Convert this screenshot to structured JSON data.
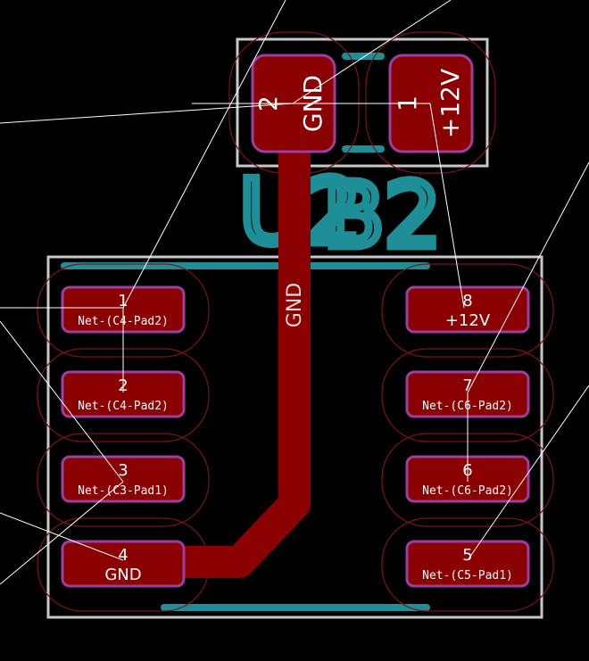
{
  "board": {
    "colors": {
      "background": "#000000",
      "pad_fill": "#8b0000",
      "pad_outline": "#9b3fa0",
      "courtyard": "#7a1515",
      "silkscreen": "#1e8f96",
      "outline": "#c8c8c8",
      "track": "#8b0000",
      "ratsnest": "#ffffff"
    },
    "reference_labels": [
      "U2",
      "B2"
    ],
    "connector": {
      "pads": [
        {
          "num": "2",
          "net": "GND"
        },
        {
          "num": "1",
          "net": "+12V"
        }
      ]
    },
    "ic": {
      "left_pads": [
        {
          "num": "1",
          "net": "Net-(C4-Pad2)"
        },
        {
          "num": "2",
          "net": "Net-(C4-Pad2)"
        },
        {
          "num": "3",
          "net": "Net-(C3-Pad1)"
        },
        {
          "num": "4",
          "net": "GND"
        }
      ],
      "right_pads": [
        {
          "num": "8",
          "net": "+12V"
        },
        {
          "num": "7",
          "net": "Net-(C6-Pad2)"
        },
        {
          "num": "6",
          "net": "Net-(C6-Pad2)"
        },
        {
          "num": "5",
          "net": "Net-(C5-Pad1)"
        }
      ]
    },
    "track_label": "GND"
  }
}
